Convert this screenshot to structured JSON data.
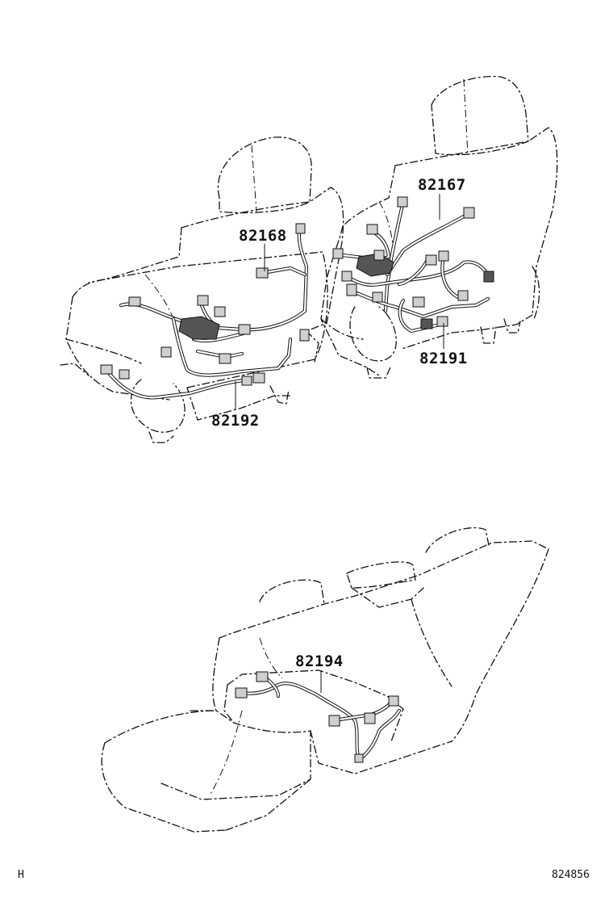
{
  "parts": {
    "p82168": "82168",
    "p82167": "82167",
    "p82191": "82191",
    "p82192": "82192",
    "p82194": "82194"
  },
  "footer": {
    "left": "H",
    "right": "824856"
  }
}
